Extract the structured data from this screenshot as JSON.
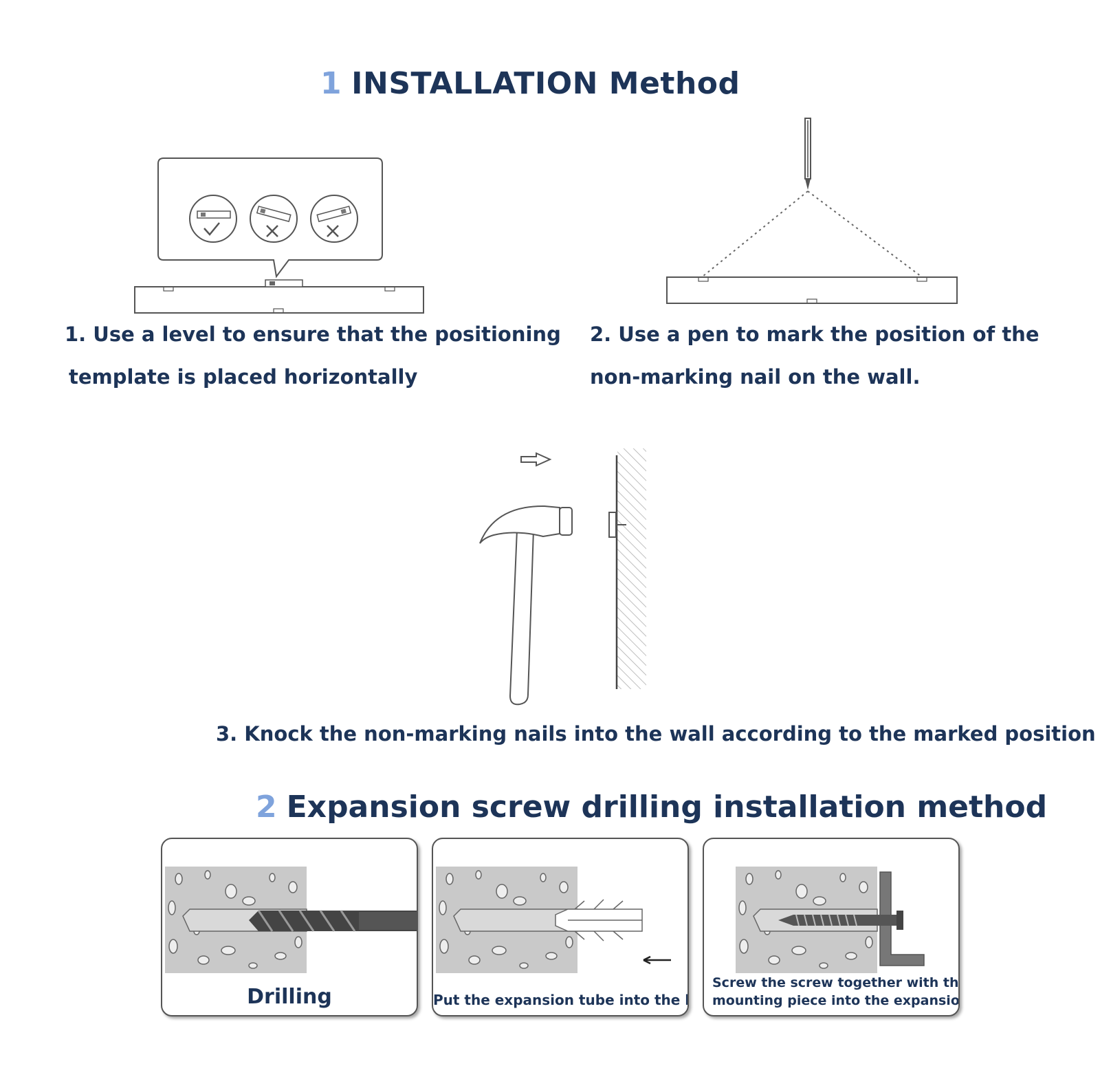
{
  "section1": {
    "number": "1",
    "title": "INSTALLATION Method",
    "step1": {
      "line1": "1. Use a level to ensure that the positioning",
      "line2": "template is placed horizontally"
    },
    "step2": {
      "line1": "2. Use a pen to mark the position of the",
      "line2": "non-marking nail on the wall."
    },
    "step3": "3. Knock the non-marking nails into the wall according to the marked position"
  },
  "section2": {
    "number": "2",
    "title": "Expansion screw drilling installation method",
    "panels": [
      {
        "label": "Drilling"
      },
      {
        "label": "Put the expansion tube into the hole"
      },
      {
        "label_line1": "Screw the screw together with the",
        "label_line2": "mounting piece into the expansion tube"
      }
    ]
  },
  "colors": {
    "heading_text": "#1d3458",
    "number_accent": "#7fa3dc",
    "concrete": "#c9c9c9",
    "line": "#555555"
  }
}
